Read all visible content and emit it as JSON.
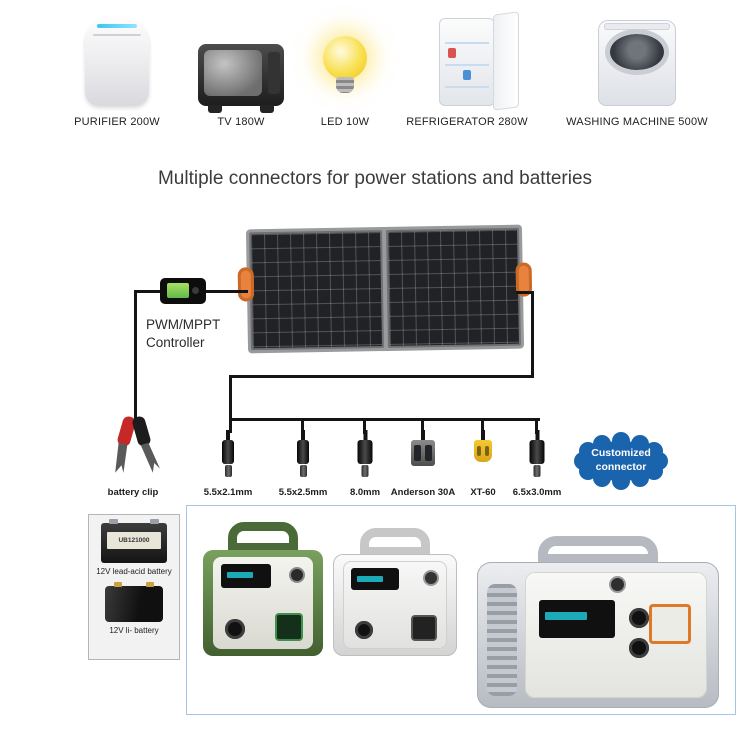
{
  "appliances": {
    "items": [
      {
        "label": "PURIFIER 200W"
      },
      {
        "label": "TV 180W"
      },
      {
        "label": "LED 10W"
      },
      {
        "label": "REFRIGERATOR 280W"
      },
      {
        "label": "WASHING MACHINE 500W"
      }
    ]
  },
  "headline": "Multiple connectors for power stations and batteries",
  "controller": {
    "label_line1": "PWM/MPPT",
    "label_line2": "Controller"
  },
  "connectors": {
    "battery_clip_label": "battery clip",
    "items": [
      {
        "label": "5.5x2.1mm"
      },
      {
        "label": "5.5x2.5mm"
      },
      {
        "label": "8.0mm"
      },
      {
        "label": "Anderson 30A"
      },
      {
        "label": "XT-60"
      },
      {
        "label": "6.5x3.0mm"
      }
    ],
    "badge": {
      "line1": "Customized",
      "line2": "connector"
    }
  },
  "batteries": {
    "lead_acid_model": "UB121000",
    "lead_acid_label": "12V lead-acid battery",
    "li_label": "12V li- battery"
  },
  "colors": {
    "handle_orange": "#e8823c",
    "badge_blue": "#1a64ae",
    "wire_black": "#141414",
    "station_green": "#4a6b38"
  }
}
